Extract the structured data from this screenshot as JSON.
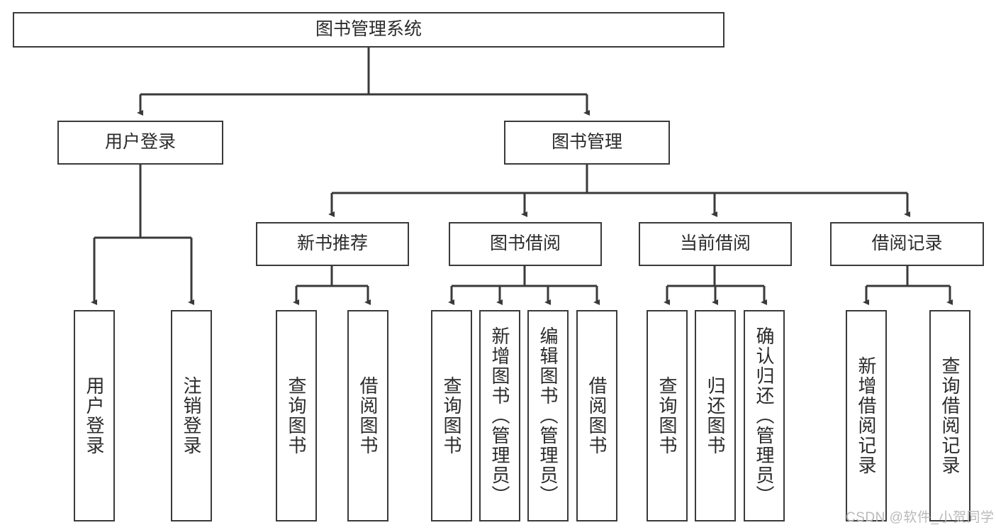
{
  "diagram": {
    "title": "图书管理系统",
    "type": "tree-hierarchy",
    "root": {
      "label": "图书管理系统"
    },
    "level1": [
      {
        "label": "用户登录"
      },
      {
        "label": "图书管理"
      }
    ],
    "level2": [
      {
        "label": "新书推荐"
      },
      {
        "label": "图书借阅"
      },
      {
        "label": "当前借阅"
      },
      {
        "label": "借阅记录"
      }
    ],
    "leaves": {
      "user_login": [
        {
          "label": "用户登录"
        },
        {
          "label": "注销登录"
        }
      ],
      "new_book_recommend": [
        {
          "label": "查询图书"
        },
        {
          "label": "借阅图书"
        }
      ],
      "book_borrow": [
        {
          "label": "查询图书"
        },
        {
          "label": "新增图书（管理员）"
        },
        {
          "label": "编辑图书（管理员）"
        },
        {
          "label": "借阅图书"
        }
      ],
      "current_borrow": [
        {
          "label": "查询图书"
        },
        {
          "label": "归还图书"
        },
        {
          "label": "确认归还（管理员）"
        }
      ],
      "borrow_record": [
        {
          "label": "新增借阅记录"
        },
        {
          "label": "查询借阅记录"
        }
      ]
    }
  },
  "watermark": {
    "text": "CSDN @软件_小贺同学"
  },
  "colors": {
    "border": "#3a3a3a",
    "background": "#ffffff",
    "text": "#2b2b2b",
    "watermark": "#b9b9b9"
  }
}
